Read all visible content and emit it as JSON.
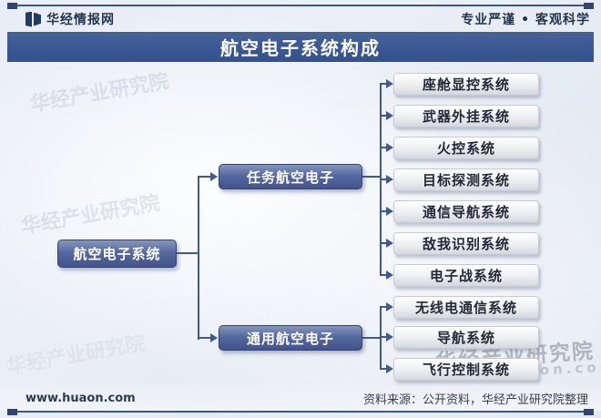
{
  "header": {
    "brand": "华经情报网",
    "slogan": "专业严谨 • 客观科学"
  },
  "title": "航空电子系统构成",
  "tree": {
    "root": "航空电子系统",
    "branches": [
      {
        "label": "任务航空电子",
        "children": [
          "座舱显控系统",
          "武器外挂系统",
          "火控系统",
          "目标探测系统",
          "通信导航系统",
          "敌我识别系统",
          "电子战系统"
        ]
      },
      {
        "label": "通用航空电子",
        "children": [
          "无线电通信系统",
          "导航系统",
          "飞行控制系统"
        ]
      }
    ]
  },
  "watermark": {
    "text": "华经产业研究院",
    "url": "www.huaon.com"
  },
  "footer": {
    "website": "www.huaon.com",
    "source": "资料来源：公开资料，华经产业研究院整理"
  },
  "colors": {
    "banner": "#3a5795",
    "node_blue": "#4c608f",
    "connector": "#3f5a92",
    "leaf_text": "#232a37"
  }
}
